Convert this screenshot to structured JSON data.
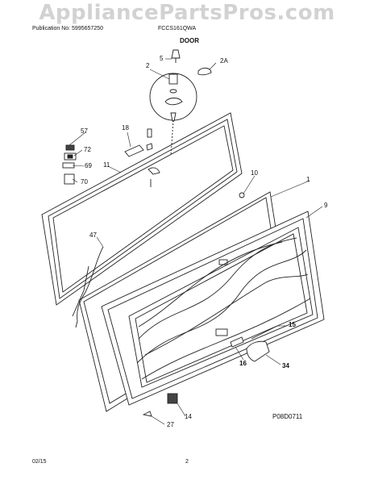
{
  "watermark": "AppliancePartsPros.com",
  "header": {
    "publication": "Publication No: 5995657250",
    "model": "FCCS161QWA",
    "section_title": "DOOR"
  },
  "callouts": {
    "c5": "5",
    "c2": "2",
    "c2a": "2A",
    "c57": "57",
    "c18": "18",
    "c72": "72",
    "c69": "69",
    "c11": "11",
    "c70": "70",
    "c10": "10",
    "c1": "1",
    "c9": "9",
    "c47": "47",
    "c15": "15",
    "c16": "16",
    "c34": "34",
    "c14": "14",
    "c27": "27"
  },
  "diagram_code": "P08D0711",
  "footer": {
    "date": "02/15",
    "page": "2"
  }
}
